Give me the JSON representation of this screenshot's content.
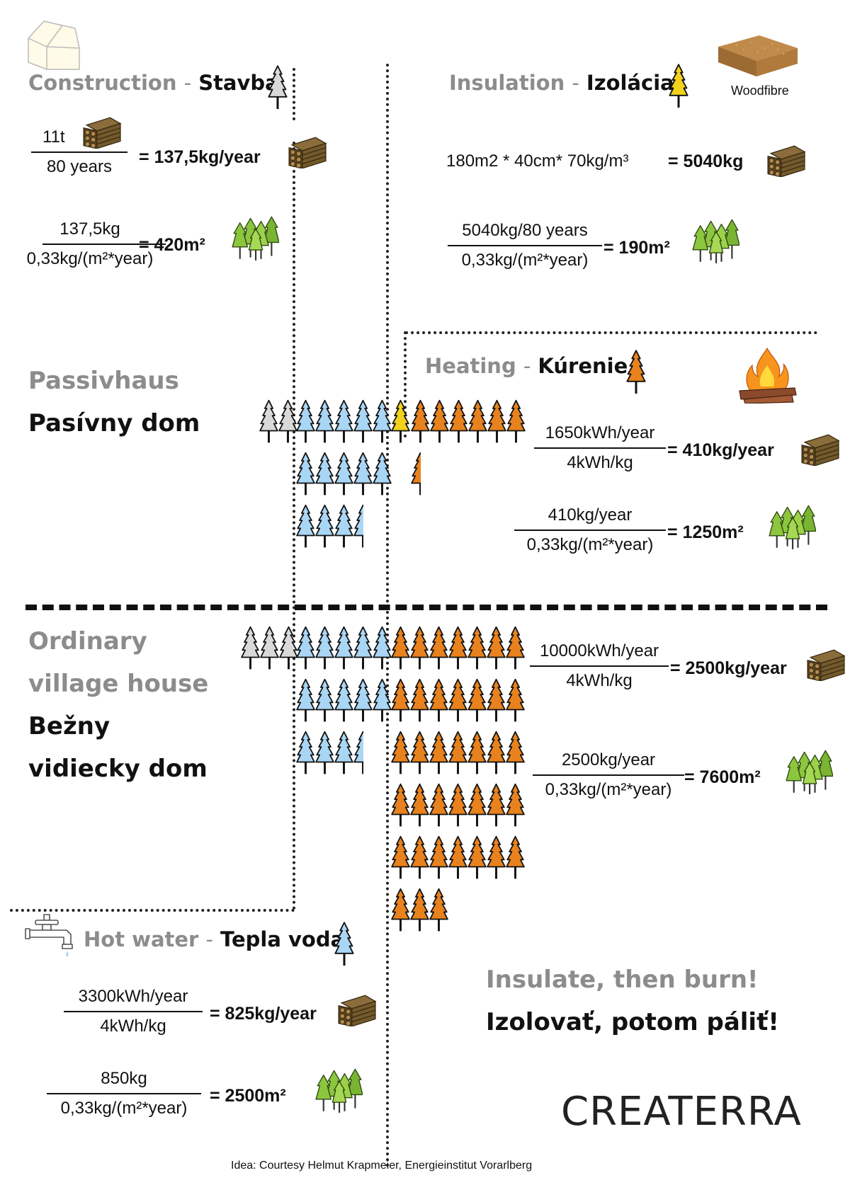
{
  "construction": {
    "title_en": "Construction",
    "dash": "-",
    "title_sk": "Stavba",
    "f1_num": "11t",
    "f1_den": "80 years",
    "f1_res": "= 137,5kg/year",
    "f2_num": "137,5kg",
    "f2_den": "0,33kg/(m²*year)",
    "f2_res": "= 420m²"
  },
  "insulation": {
    "title_en": "Insulation",
    "dash": "-",
    "title_sk": "Izolácia",
    "material": "Woodfibre",
    "f1_expr": "180m2 * 40cm* 70kg/m³",
    "f1_res": "= 5040kg",
    "f2_num": "5040kg/80 years",
    "f2_den": "0,33kg/(m²*year)",
    "f2_res": "= 190m²"
  },
  "heating": {
    "title_en": "Heating",
    "dash": "-",
    "title_sk": "Kúrenie",
    "f1_num": "1650kWh/year",
    "f1_den": "4kWh/kg",
    "f1_res": "= 410kg/year",
    "f2_num": "410kg/year",
    "f2_den": "0,33kg/(m²*year)",
    "f2_res": "= 1250m²"
  },
  "passivhaus": {
    "title_en": "Passivhaus",
    "title_sk": "Pasívny dom"
  },
  "ordinary": {
    "title_en_1": "Ordinary",
    "title_en_2": "village house",
    "title_sk_1": "Bežny",
    "title_sk_2": "vidiecky dom",
    "f1_num": "10000kWh/year",
    "f1_den": "4kWh/kg",
    "f1_res": "= 2500kg/year",
    "f2_num": "2500kg/year",
    "f2_den": "0,33kg/(m²*year)",
    "f2_res": "= 7600m²"
  },
  "hotwater": {
    "title_en": "Hot water",
    "dash": "-",
    "title_sk": "Tepla voda",
    "f1_num": "3300kWh/year",
    "f1_den": "4kWh/kg",
    "f1_res": "= 825kg/year",
    "f2_num": "850kg",
    "f2_den": "0,33kg/(m²*year)",
    "f2_res": "= 2500m²"
  },
  "slogan": {
    "en": "Insulate, then burn!",
    "sk": "Izolovať, potom páliť!"
  },
  "brand": "CREATERRA",
  "credit": "Idea: Courtesy Helmut Krapmeier, Energieinstitut Vorarlberg",
  "colors": {
    "construction_tree": "#d9d9d9",
    "insulation_tree": "#f2d21b",
    "heating_tree": "#e8821e",
    "hotwater_tree": "#a9d6f5",
    "forest_tree": "#8cc63f",
    "wood": "#6b5530",
    "label_gray": "#8c8c8c"
  },
  "tree_counts": {
    "passivhaus": {
      "construction": 2,
      "hotwater": 13.5,
      "insulation": 1,
      "heating": 6.5
    },
    "ordinary": {
      "construction": 3,
      "hotwater": 13.5,
      "heating": 38
    }
  }
}
